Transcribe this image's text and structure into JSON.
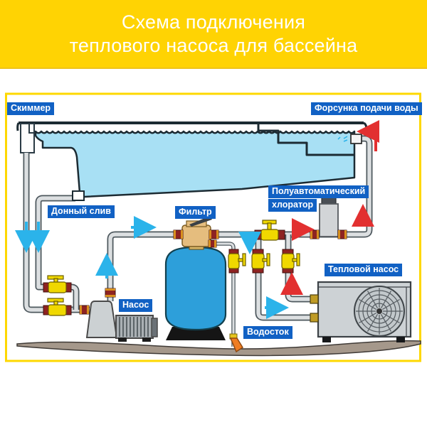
{
  "header": {
    "line1": "Схема подключения",
    "line2": "теплового насоса для бассейна"
  },
  "labels": {
    "skimmer": "Скиммер",
    "inlet_nozzle": "Форсунка подачи воды",
    "bottom_drain": "Донный слив",
    "filter": "Фильтр",
    "chlorinator_line1": "Полуавтоматический",
    "chlorinator_line2": "хлоратор",
    "pump": "Насос",
    "heat_pump": "Тепловой насос",
    "drain": "Водосток"
  },
  "palette": {
    "header_yellow": "#ffd303",
    "panel_border_yellow": "#fed800",
    "label_blue": "#1161c4",
    "water_blue": "#a8e0f4",
    "outline_dark": "#1c2b33",
    "pipe_light": "#dcdfe1",
    "pipe_edge": "#4e585e",
    "valve_yellow": "#f0d800",
    "union_red": "#8e2322",
    "filter_tank_blue": "#2d9fda",
    "valve_top_tan": "#e5bd7e",
    "arrow_cyan": "#2bb3ea",
    "arrow_red": "#e23030",
    "ground_brown": "#a5988b",
    "equipment_gray": "#cdd2d5",
    "waste_orange": "#ef7d22"
  }
}
